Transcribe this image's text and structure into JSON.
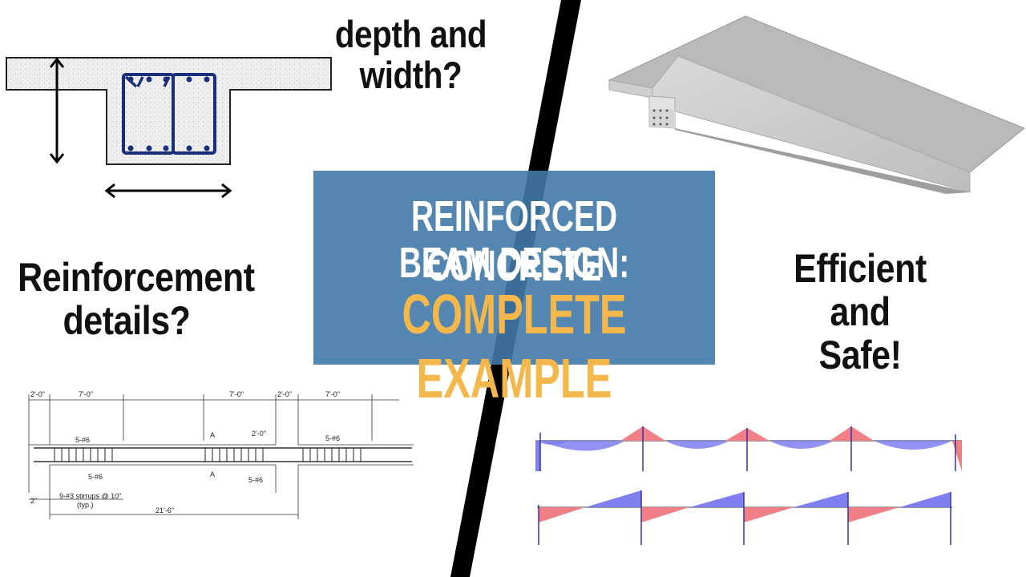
{
  "texts": {
    "depth_width_l1": "depth and",
    "depth_width_l2": "width?",
    "reinforcement_l1": "Reinforcement",
    "reinforcement_l2": "details?",
    "efficient_l1": "Efficient and",
    "efficient_l2": "Safe!"
  },
  "title": {
    "line1": "REINFORCED CONCRETE",
    "line2": "BEAM DESIGN:",
    "line3": "COMPLETE EXAMPLE"
  },
  "drawing": {
    "dims_top": [
      "2'-0\"",
      "7'-0\"",
      "7'-0\"",
      "2'-0\"",
      "7'-0\""
    ],
    "bar_top_left": "5-#6",
    "bar_bottom_left": "5-#6",
    "bar_mid_bottom": "5-#6",
    "bar_top_right": "5-#6",
    "section_a": "A",
    "dim_mid": "2'-0\"",
    "dim_2in": "2\"",
    "stirrups_l1": "9-#3 stirrups @ 10\"",
    "stirrups_l2": "(typ.)",
    "span": "21'-6\""
  },
  "colors": {
    "title_box": "#407aaa",
    "title_white": "#ffffff",
    "title_accent": "#f4b74c",
    "moment_blue": "#7f7ff2",
    "moment_red": "#f07f86",
    "rebar": "#1a2f7a"
  }
}
